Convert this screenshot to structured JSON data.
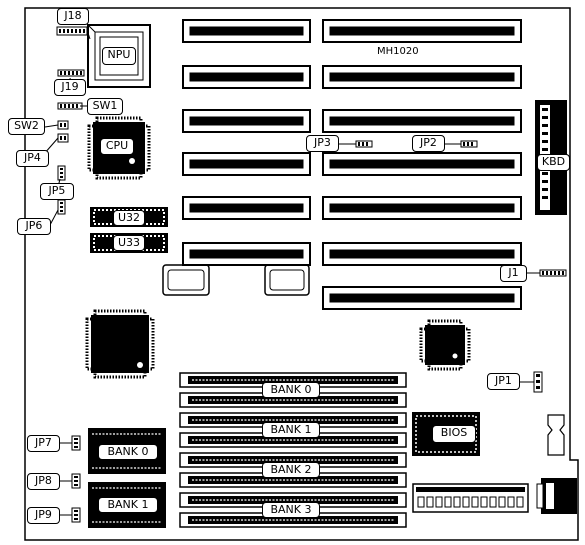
{
  "board": {
    "model": "MH1020"
  },
  "labels": {
    "j18": "J18",
    "npu": "NPU",
    "j19": "J19",
    "sw1": "SW1",
    "sw2": "SW2",
    "cpu": "CPU",
    "jp4": "JP4",
    "jp5": "JP5",
    "jp6": "JP6",
    "u32": "U32",
    "u33": "U33",
    "jp3": "JP3",
    "jp2": "JP2",
    "kbd": "KBD",
    "j1": "J1",
    "jp1": "JP1",
    "bios": "BIOS",
    "jp7": "JP7",
    "jp8": "JP8",
    "jp9": "JP9",
    "right_bank0": "BANK 0",
    "right_bank1": "BANK 1",
    "right_bank2": "BANK 2",
    "right_bank3": "BANK 3",
    "left_bank0": "BANK 0",
    "left_bank1": "BANK 1"
  }
}
